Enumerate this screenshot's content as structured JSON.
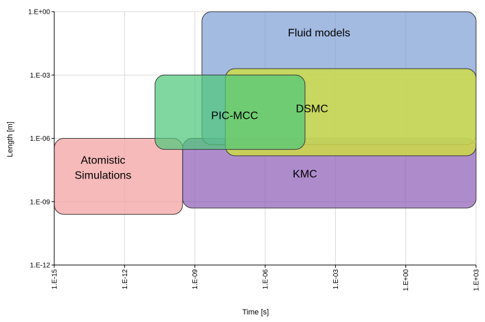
{
  "chart_data": {
    "type": "area",
    "xlabel": "Time [s]",
    "ylabel": "Length [m]",
    "x_scale": "log",
    "y_scale": "log",
    "xlim": [
      1e-15,
      1000
    ],
    "ylim": [
      1e-12,
      1
    ],
    "grid": true,
    "x_ticks": [
      {
        "value": 1e-15,
        "label": "1.E-15"
      },
      {
        "value": 1e-12,
        "label": "1.E-12"
      },
      {
        "value": 1e-09,
        "label": "1.E-09"
      },
      {
        "value": 1e-06,
        "label": "1.E-06"
      },
      {
        "value": 0.001,
        "label": "1.E-03"
      },
      {
        "value": 1,
        "label": "1.E+00"
      },
      {
        "value": 1000,
        "label": "1.E+03"
      }
    ],
    "y_ticks": [
      {
        "value": 1,
        "label": "1.E+00"
      },
      {
        "value": 0.001,
        "label": "1.E-03"
      },
      {
        "value": 1e-06,
        "label": "1.E-06"
      },
      {
        "value": 1e-09,
        "label": "1.E-09"
      },
      {
        "value": 1e-12,
        "label": "1.E-12"
      }
    ],
    "regions": [
      {
        "name": "Atomistic Simulations",
        "label_lines": [
          "Atomistic",
          "Simulations"
        ],
        "x_range": [
          1e-15,
          3e-10
        ],
        "y_range": [
          2.5e-10,
          1e-06
        ],
        "color": "#f4a3a3",
        "opacity": 0.75
      },
      {
        "name": "KMC",
        "label_lines": [
          "KMC"
        ],
        "x_range": [
          3e-10,
          1000
        ],
        "y_range": [
          5e-10,
          1e-06
        ],
        "color": "#8f5fb8",
        "opacity": 0.72
      },
      {
        "name": "Fluid models",
        "label_lines": [
          "Fluid models"
        ],
        "x_range": [
          2e-09,
          1000
        ],
        "y_range": [
          5e-07,
          1
        ],
        "color": "#7f9fd6",
        "opacity": 0.72
      },
      {
        "name": "DSMC",
        "label_lines": [
          "DSMC"
        ],
        "x_range": [
          2e-08,
          1000
        ],
        "y_range": [
          1.5e-07,
          0.002
        ],
        "color": "#d0df3e",
        "opacity": 0.8
      },
      {
        "name": "PIC-MCC",
        "label_lines": [
          "PIC-MCC"
        ],
        "x_range": [
          2e-11,
          5e-05
        ],
        "y_range": [
          3e-07,
          0.001
        ],
        "color": "#4fc87a",
        "opacity": 0.72
      }
    ],
    "colors": {
      "axis": "#000000",
      "grid": "#d9d9d9",
      "border": "#3c3c3c"
    }
  }
}
